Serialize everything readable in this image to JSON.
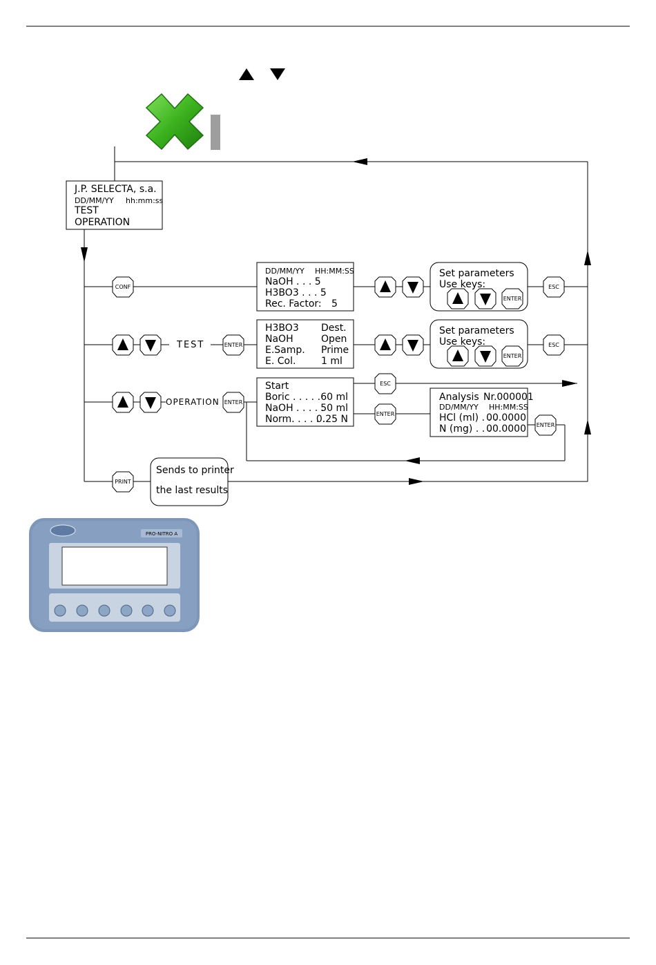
{
  "start_lcd": [
    "J.P. SELECTA, s.a.",
    "DD/MM/YY",
    "hh:mm:ss",
    "TEST",
    "OPERATION"
  ],
  "keys": {
    "conf": "CONF",
    "enter": "ENTER",
    "esc": "ESC",
    "print": "PRINT"
  },
  "labels": {
    "test": "TEST",
    "operation": "OPERATION"
  },
  "conf_lcd": {
    "date": "DD/MM/YY",
    "time": "HH:MM:SS",
    "naoh": "NaOH . . . 5",
    "h3bo3": "H3BO3 . . . 5",
    "rec_label": "Rec. Factor:",
    "rec_value": "5"
  },
  "test_lcd": [
    {
      "name": "H3BO3",
      "value": "Dest."
    },
    {
      "name": "NaOH",
      "value": "Open"
    },
    {
      "name": "E.Samp.",
      "value": "Prime"
    },
    {
      "name": "E. Col.",
      "value": "1 ml"
    }
  ],
  "params_box": {
    "line1": "Set parameters",
    "line2": "Use keys:"
  },
  "operation_lcd": [
    {
      "name": "Start",
      "value": ""
    },
    {
      "name": "Boric . . . . .",
      "value": "60 ml"
    },
    {
      "name": "NaOH . . . . .",
      "value": "50 ml"
    },
    {
      "name": "Norm. . . . . .",
      "value": "0.25 N"
    }
  ],
  "analysis_lcd": {
    "title": "Analysis",
    "number": "Nr.000001",
    "date": "DD/MM/YY",
    "time": "HH:MM:SS",
    "hcl": "HCl (ml) . . .",
    "hcl_value": "00.0000",
    "n": "N (mg) . . .",
    "n_value": "00.0000"
  },
  "print_box": {
    "line1": "Sends to printer",
    "line2": "the last results"
  },
  "device": {
    "model": "PRO-NITRO A"
  },
  "colors": {
    "line": "#000000",
    "x_green": "#3cb21e",
    "cursor_gray": "#9e9e9e",
    "device_blue": "#7e97b9"
  }
}
